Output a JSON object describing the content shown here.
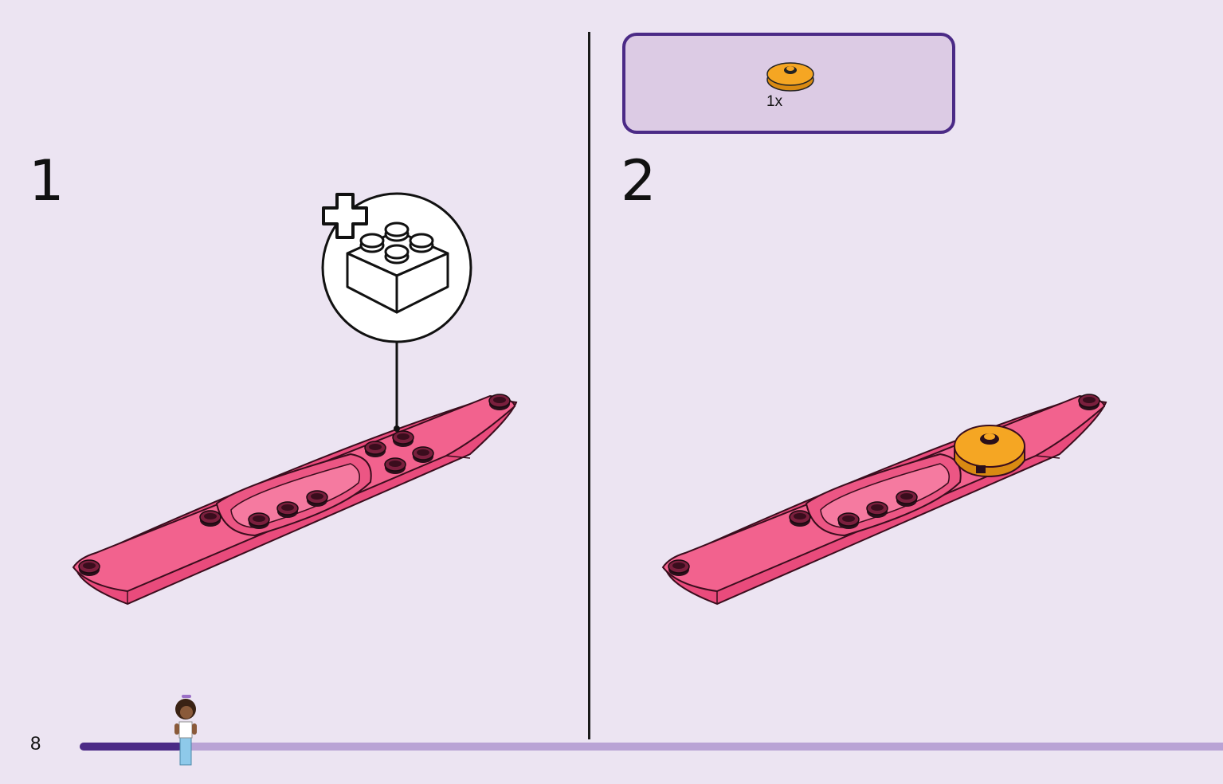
{
  "page": {
    "number": "8"
  },
  "steps": [
    {
      "number": "1"
    },
    {
      "number": "2"
    }
  ],
  "parts": [
    {
      "count": "1x",
      "color": "#f5a623",
      "icon": "round-tile-icon"
    }
  ],
  "progress": {
    "fraction": 0.09
  },
  "colors": {
    "background": "#ece4f2",
    "kayak": "#f2628e",
    "accent": "#4b2a86",
    "track": "#b9a3d5",
    "part": "#f5a623"
  }
}
